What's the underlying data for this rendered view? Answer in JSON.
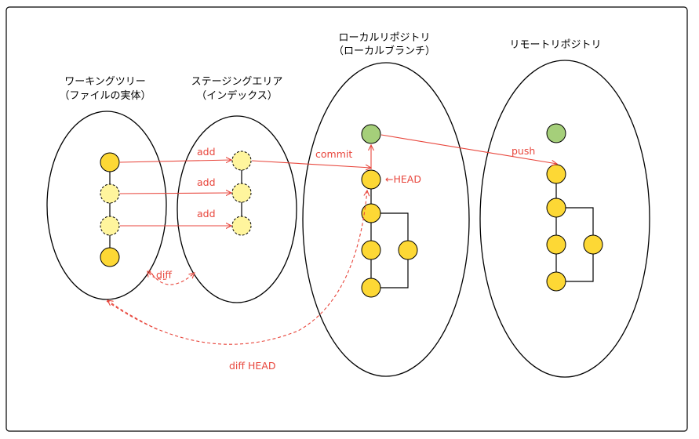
{
  "areas": {
    "working": {
      "line1": "ワーキングツリー",
      "line2": "（ファイルの実体）"
    },
    "staging": {
      "line1": "ステージングエリア",
      "line2": "（インデックス）"
    },
    "local": {
      "line1": "ローカルリポジトリ",
      "line2": "（ローカルブランチ）"
    },
    "remote": {
      "line1": "リモートリポジトリ"
    }
  },
  "arrows": {
    "add": "add",
    "commit": "commit",
    "push": "push",
    "head": "←HEAD",
    "diff": "diff",
    "diff_head": "diff HEAD"
  },
  "colors": {
    "accent": "#e8463c",
    "commit": "#fdd835",
    "staged": "#fff59d",
    "latest": "#a5cf7a"
  }
}
